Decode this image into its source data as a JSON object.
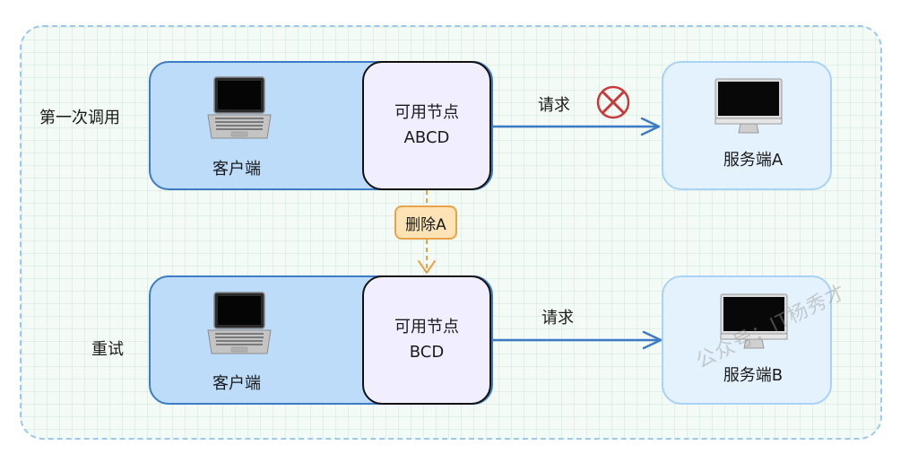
{
  "rows": [
    {
      "label": "第一次调用",
      "client_label": "客户端",
      "node_title": "可用节点",
      "node_list": "ABCD",
      "request_label": "请求",
      "server_label": "服务端A",
      "request_blocked": true
    },
    {
      "label": "重试",
      "client_label": "客户端",
      "node_title": "可用节点",
      "node_list": "BCD",
      "request_label": "请求",
      "server_label": "服务端B",
      "request_blocked": false
    }
  ],
  "transition": {
    "label": "删除A"
  },
  "watermark": "公众号：IT杨秀才",
  "colors": {
    "client_fill": "#bcdcf9",
    "client_border": "#3d7cc4",
    "node_fill": "#f1efff",
    "server_fill": "#e4f2fd",
    "arrow": "#3d7cc4",
    "blocked": "#c8393a",
    "delete_fill": "#fde3b5",
    "delete_border": "#e8a248"
  }
}
